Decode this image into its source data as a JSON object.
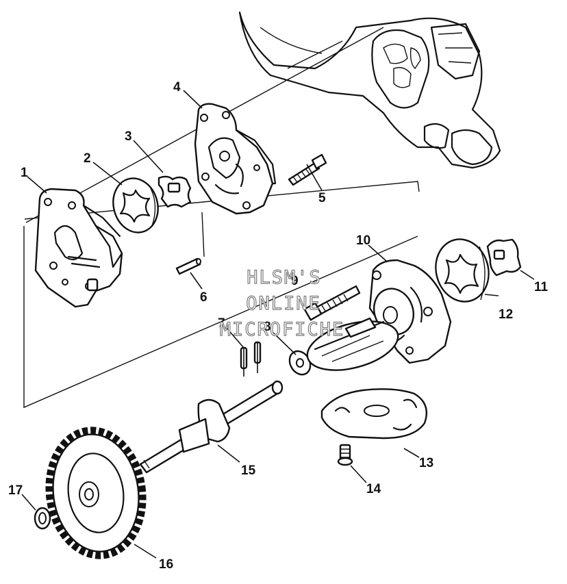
{
  "watermark": {
    "line1": "HLSM'S",
    "line2": "ONLINE",
    "line3": "MICROFICHE"
  },
  "callouts": {
    "n1": "1",
    "n2": "2",
    "n3": "3",
    "n4": "4",
    "n5": "5",
    "n6": "6",
    "n7": "7",
    "n8": "8",
    "n9": "9",
    "n10": "10",
    "n11": "11",
    "n12": "12",
    "n13": "13",
    "n14": "14",
    "n15": "15",
    "n16": "16",
    "n17": "17"
  }
}
